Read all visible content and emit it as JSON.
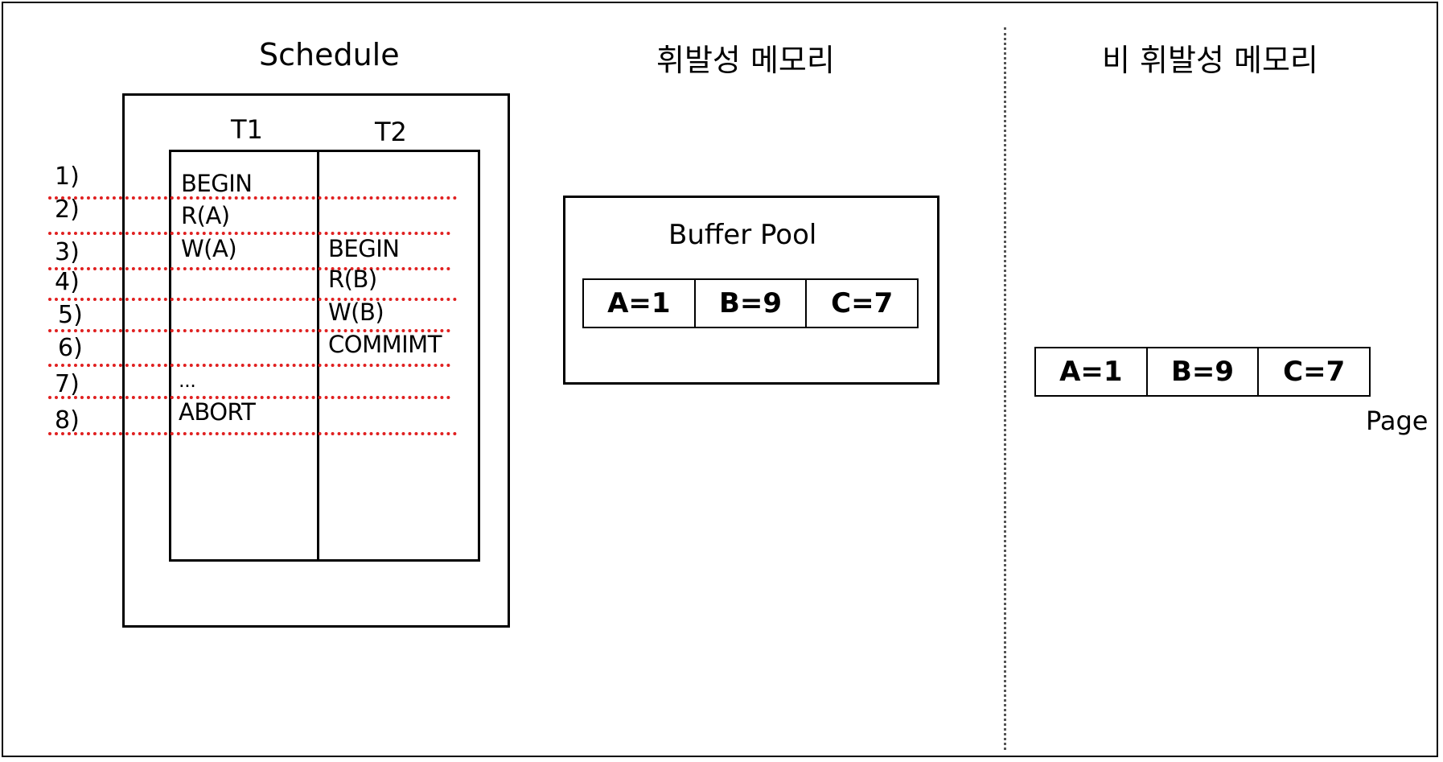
{
  "schedule": {
    "title": "Schedule",
    "col_t1": "T1",
    "col_t2": "T2",
    "steps": [
      "1)",
      "2)",
      "3)",
      "4)",
      "5)",
      "6)",
      "7)",
      "8)"
    ],
    "t1_ops": [
      "BEGIN",
      "R(A)",
      "W(A)",
      "...",
      "ABORT"
    ],
    "t2_ops": [
      "BEGIN",
      "R(B)",
      "W(B)",
      "COMMIMT"
    ]
  },
  "volatile": {
    "title": "휘발성 메모리",
    "buffer_pool_label": "Buffer Pool",
    "cells": [
      "A=1",
      "B=9",
      "C=7"
    ]
  },
  "nonvolatile": {
    "title": "비 휘발성 메모리",
    "cells": [
      "A=1",
      "B=9",
      "C=7"
    ],
    "page_label": "Page"
  },
  "colors": {
    "step_line": "#e02020",
    "divider": "#555555"
  }
}
